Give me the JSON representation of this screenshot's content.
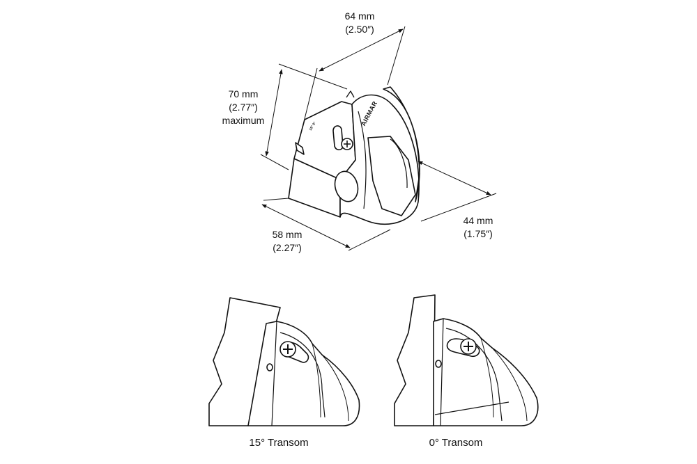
{
  "dimensions": {
    "width": {
      "metric": "64 mm",
      "imperial": "(2.50″)"
    },
    "height": {
      "metric": "70 mm",
      "imperial": "(2.77″)",
      "note": "maximum"
    },
    "length": {
      "metric": "58 mm",
      "imperial": "(2.27″)"
    },
    "depth": {
      "metric": "44 mm",
      "imperial": "(1.75″)"
    }
  },
  "product": {
    "brand_mark": "AIRMAR"
  },
  "views": [
    {
      "caption": "15° Transom"
    },
    {
      "caption": "0° Transom"
    }
  ]
}
